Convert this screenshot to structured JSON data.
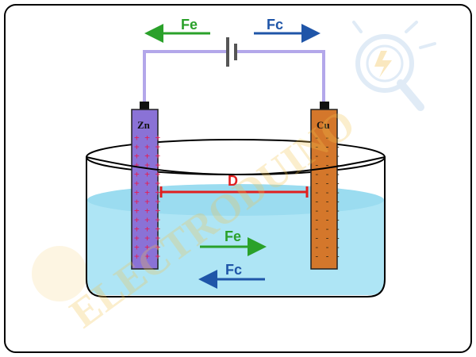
{
  "labels": {
    "top_left_force": "Fe",
    "top_right_force": "Fc",
    "anode": "Zn",
    "cathode": "Cu",
    "distance": "D",
    "inner_force_right": "Fe",
    "inner_force_left": "Fc"
  },
  "watermark": "ELECTRODUINO",
  "plate_signs": {
    "anode_sign": "+ + +",
    "cathode_sign": "- - -"
  },
  "colors": {
    "frame_border": "#000000",
    "wire": "#b3a7ea",
    "battery": "#555555",
    "zinc_plate": "#8a72d6",
    "copper_plate": "#d4772b",
    "electrolyte": "#aee5f5",
    "electrolyte_surface": "#7fd0ea",
    "fe_arrow": "#2aa12a",
    "fc_arrow": "#1f55a8",
    "distance": "#e02020",
    "plus_sign": "#e0205a",
    "minus_sign": "#3a2a10"
  },
  "icons": {
    "battery": "battery-symbol-icon",
    "watermark_bulb": "lightbulb-watermark-icon"
  }
}
